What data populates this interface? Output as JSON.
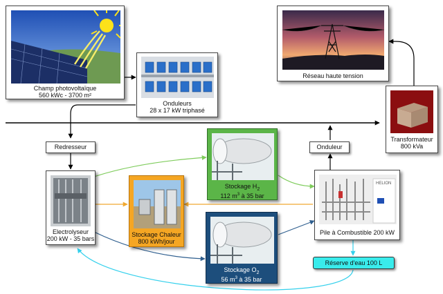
{
  "pv": {
    "title": "Champ photovoltaïque",
    "spec": "560 kWc - 3700 m²"
  },
  "inverters": {
    "title": "Onduleurs",
    "spec": "28 x 17 kW triphasé"
  },
  "grid": {
    "title": "Réseau haute tension"
  },
  "transformer": {
    "title": "Transformateur",
    "spec": "800 kVa"
  },
  "rectifier": {
    "title": "Redresseur"
  },
  "inverter_fc": {
    "title": "Onduleur"
  },
  "electrolyzer": {
    "title": "Electrolyseur",
    "spec": "200 kW - 35 bars"
  },
  "h2_storage": {
    "title_base": "Stockage H",
    "title_sub": "2",
    "spec_base": "112 m",
    "spec_sup": "3",
    "spec_rest": " à 35 bar"
  },
  "heat_storage": {
    "title": "Stockage Chaleur",
    "spec": "800 kWh/jour"
  },
  "o2_storage": {
    "title_base": "Stockage O",
    "title_sub": "2",
    "spec_base": "56 m",
    "spec_sup": "3",
    "spec_rest": " à 35 bar"
  },
  "fuel_cell": {
    "title": "Pile à Combustible 200 kW",
    "brand": "HELION"
  },
  "water_tank": {
    "title": "Réserve d'eau 100 L"
  },
  "colors": {
    "h2_box": "#5bb548",
    "heat_box": "#f5a623",
    "o2_box": "#1d4e7c",
    "water_box": "#39ecec",
    "h2_line": "#7fcc5c",
    "heat_line": "#f0a830",
    "o2_line": "#2f5f8f",
    "water_line": "#33d0ec",
    "power_line": "#000000"
  }
}
